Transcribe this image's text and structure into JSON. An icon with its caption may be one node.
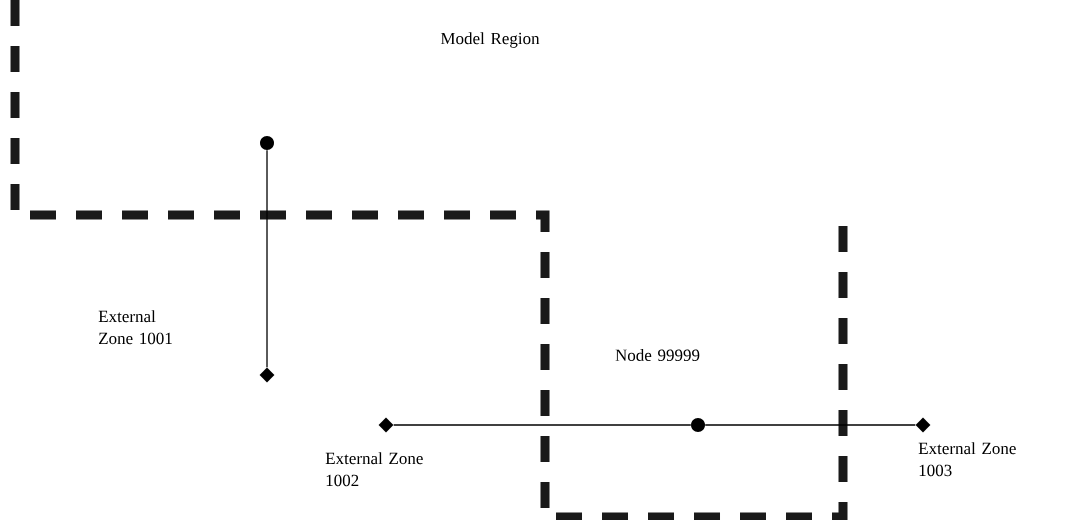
{
  "diagram": {
    "nodes": [
      {
        "text": [],
        "shape": "circle"
      },
      {
        "text": [],
        "shape": "diamond"
      },
      {
        "text": [],
        "shape": "diamond",
        "beside": [
          "External Zone 1002"
        ]
      },
      {
        "text": [],
        "shape": "circle",
        "beside": [
          "Node 99999"
        ]
      },
      {
        "text": [],
        "shape": "diamond",
        "beside": [
          "External Zone 1003"
        ]
      }
    ],
    "edges": [
      {
        "from": 0,
        "to": 1,
        "arrow": "none"
      },
      {
        "from": 2,
        "to": 3,
        "arrow": "none"
      },
      {
        "from": 3,
        "to": 4,
        "arrow": "none"
      }
    ],
    "labels": [
      "Model Region",
      "External Zone 1001"
    ]
  }
}
